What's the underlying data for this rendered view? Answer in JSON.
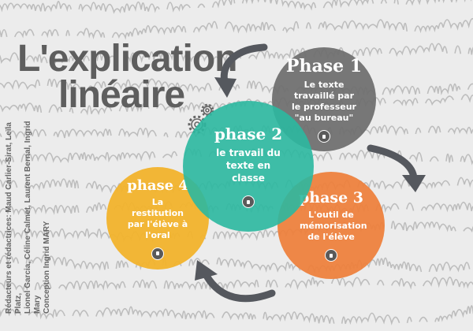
{
  "title": {
    "line1": "L'explication",
    "line2": "linéaire"
  },
  "phases": [
    {
      "label": "Phase 1",
      "text": "Le texte travaillé par le professeur \"au bureau\"",
      "color": "#6f6f6f"
    },
    {
      "label": "phase 2",
      "text": "le travail du texte en classe",
      "color": "#2bb8a0"
    },
    {
      "label": "phase 3",
      "text": "L'outil de mémorisation de l'élève",
      "color": "#ee7f3a"
    },
    {
      "label": "phase 4",
      "text": "La restitution par l'élève à l'oral",
      "color": "#f2b32c"
    }
  ],
  "credits": {
    "line1": "Rédacteurs et rédactrices: Maud Carlier-Sirat, Leïla Platz,",
    "line2": "Lionel Garcia, Céline Calmet, Laurent Bernal, Ingrid Mary",
    "line3": "Conception Ingrid MARY"
  },
  "arrow_color": "#55585e"
}
